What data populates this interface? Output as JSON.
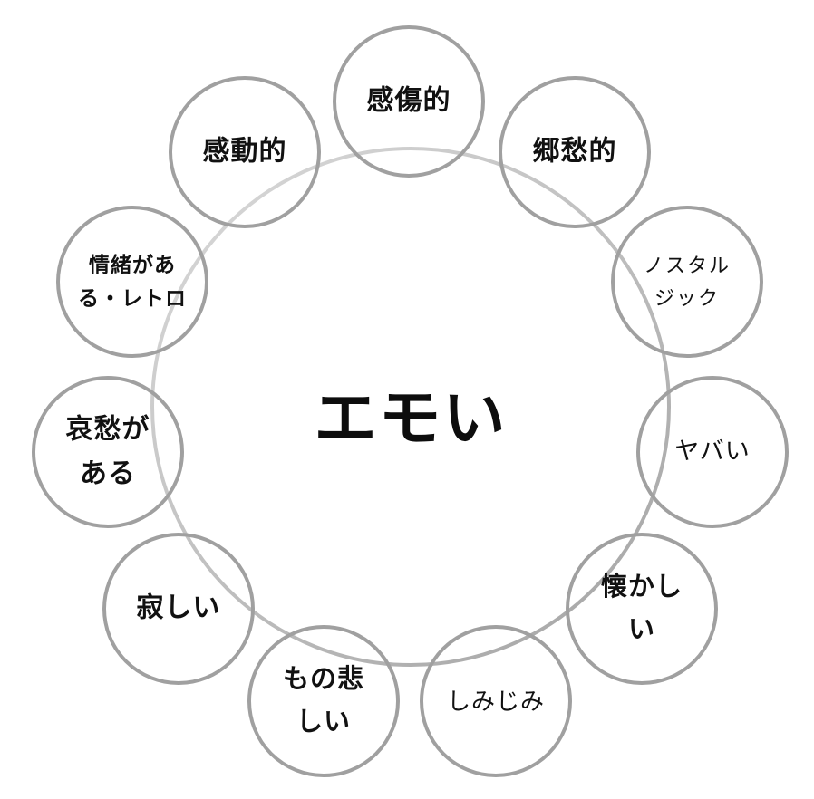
{
  "title": {
    "text": "エモい"
  },
  "colors": {
    "background": "#ffffff",
    "node_stroke": "#a0a0a0",
    "ring_gradient_start": "#dadada",
    "ring_gradient_end": "#a3a3a3",
    "text": "#111111"
  },
  "nodes": [
    {
      "lines": [
        "感傷的"
      ]
    },
    {
      "lines": [
        "郷愁的"
      ]
    },
    {
      "lines": [
        "ノスタル",
        "ジック"
      ]
    },
    {
      "lines": [
        "ヤバい"
      ]
    },
    {
      "lines": [
        "懐かし",
        "い"
      ]
    },
    {
      "lines": [
        "しみじみ"
      ]
    },
    {
      "lines": [
        "もの悲",
        "しい"
      ]
    },
    {
      "lines": [
        "寂しい"
      ]
    },
    {
      "lines": [
        "哀愁が",
        "ある"
      ]
    },
    {
      "lines": [
        "情緒があ",
        "る・レトロ"
      ]
    },
    {
      "lines": [
        "感動的"
      ]
    }
  ]
}
